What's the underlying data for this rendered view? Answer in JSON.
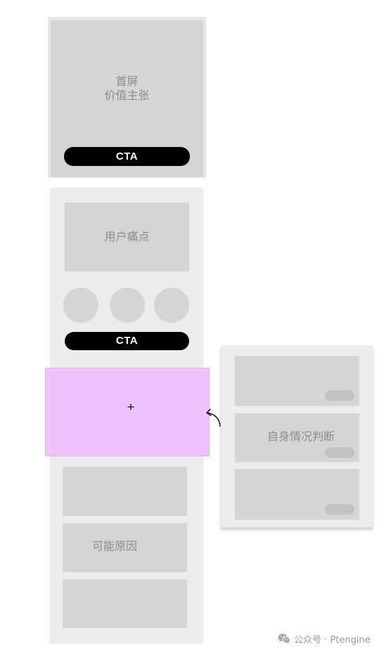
{
  "hero": {
    "title_line1": "首屏",
    "title_line2": "价值主张",
    "cta": "CTA"
  },
  "main_column": {
    "pain_points": "用户痛点",
    "cta": "CTA",
    "placeholder_symbol": "+",
    "possible_causes": "可能原因"
  },
  "right_panel": {
    "label": "自身情况判断"
  },
  "watermark": {
    "text": "公众号 · Ptengine",
    "icon": "wechat-icon"
  },
  "colors": {
    "placeholder": "#efc2fe",
    "block": "#d5d5d5",
    "panel": "#ececec",
    "cta": "#000000"
  }
}
